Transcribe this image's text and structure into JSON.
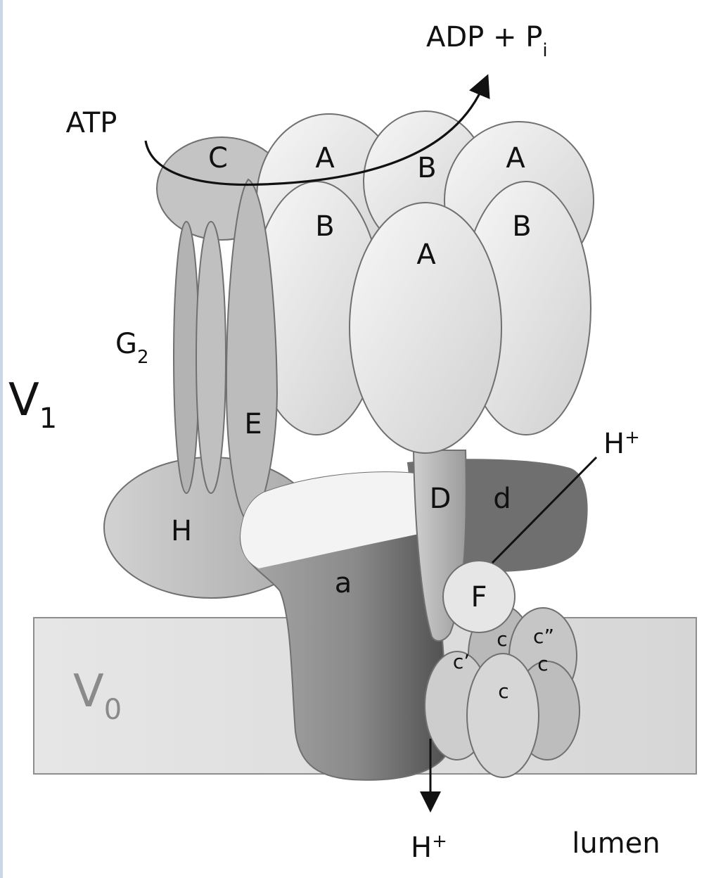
{
  "diagram": {
    "reaction": {
      "substrate": "ATP",
      "product_main": "ADP + P",
      "product_sub": "i"
    },
    "domains": {
      "v1": {
        "main": "V",
        "sub": "1"
      },
      "v0": {
        "main": "V",
        "sub": "0"
      }
    },
    "subunits": {
      "C": "C",
      "A": "A",
      "B": "B",
      "G": "G",
      "G_sub": "2",
      "E": "E",
      "H": "H",
      "D": "D",
      "d": "d",
      "a": "a",
      "F": "F",
      "c": "c",
      "c_prime": "c’",
      "c_double_prime": "c”"
    },
    "proton": {
      "main": "H",
      "sup": "+"
    },
    "compartment": "lumen"
  },
  "colors": {
    "background": "#ffffff",
    "membrane": "#e2e2e2",
    "light_subunit": "#e9e9e9",
    "mid_subunit": "#bdbdbd",
    "dark_subunit": "#6e6e6e",
    "outline": "#707070",
    "text": "#111111",
    "v0_label": "#8a8a8a"
  }
}
